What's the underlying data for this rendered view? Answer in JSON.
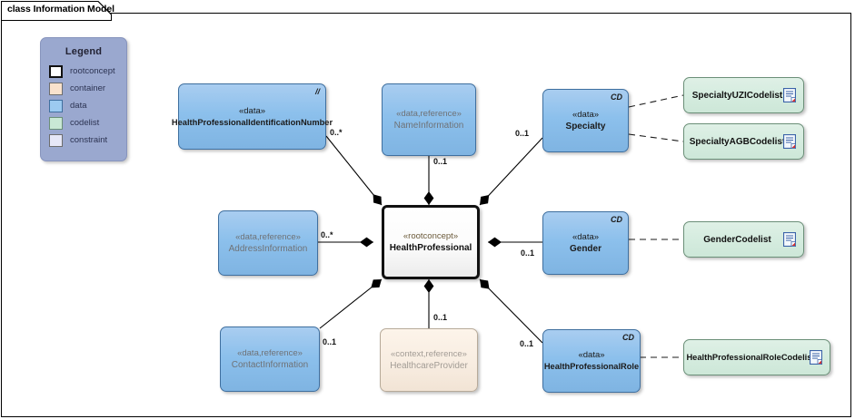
{
  "diagram": {
    "title": "class Information Model",
    "legend": {
      "title": "Legend",
      "items": [
        {
          "label": "rootconcept",
          "color": "#ffffff"
        },
        {
          "label": "container",
          "color": "#fae2cd"
        },
        {
          "label": "data",
          "color": "#9ccaf0"
        },
        {
          "label": "codelist",
          "color": "#c9e8d5"
        },
        {
          "label": "constraint",
          "color": "#e6e7f7"
        }
      ]
    },
    "nodes": [
      {
        "id": "hpin",
        "stereotype": "«data»",
        "name": "HealthProfessionalIdentificationNumber",
        "corner": "//",
        "kind": "data"
      },
      {
        "id": "nameinfo",
        "stereotype": "«data,reference»",
        "name": "NameInformation",
        "corner": "",
        "kind": "data,reference"
      },
      {
        "id": "specialty",
        "stereotype": "«data»",
        "name": "Specialty",
        "corner": "CD",
        "kind": "data"
      },
      {
        "id": "addrinfo",
        "stereotype": "«data,reference»",
        "name": "AddressInformation",
        "corner": "",
        "kind": "data,reference"
      },
      {
        "id": "root",
        "stereotype": "«rootconcept»",
        "name": "HealthProfessional",
        "corner": "",
        "kind": "rootconcept"
      },
      {
        "id": "gender",
        "stereotype": "«data»",
        "name": "Gender",
        "corner": "CD",
        "kind": "data"
      },
      {
        "id": "contact",
        "stereotype": "«data,reference»",
        "name": "ContactInformation",
        "corner": "",
        "kind": "data,reference"
      },
      {
        "id": "provider",
        "stereotype": "«context,reference»",
        "name": "HealthcareProvider",
        "corner": "",
        "kind": "container"
      },
      {
        "id": "hprole",
        "stereotype": "«data»",
        "name": "HealthProfessionalRole",
        "corner": "CD",
        "kind": "data"
      }
    ],
    "codelists": [
      {
        "id": "cl-uzi",
        "name": "SpecialtyUZICodelist"
      },
      {
        "id": "cl-agb",
        "name": "SpecialtyAGBCodelist"
      },
      {
        "id": "cl-gen",
        "name": "GenderCodelist"
      },
      {
        "id": "cl-role",
        "name": "HealthProfessionalRoleCodelist"
      }
    ],
    "multiplicities": [
      {
        "id": "m-hpin",
        "value": "0..*"
      },
      {
        "id": "m-nameinfo",
        "value": "0..1"
      },
      {
        "id": "m-specialty",
        "value": "0..1"
      },
      {
        "id": "m-addrinfo",
        "value": "0..*"
      },
      {
        "id": "m-gender",
        "value": "0..1"
      },
      {
        "id": "m-contact",
        "value": "0..1"
      },
      {
        "id": "m-provider",
        "value": "0..1"
      },
      {
        "id": "m-hprole",
        "value": "0..1"
      }
    ],
    "colors": {
      "data_fill": "#8cc0ec",
      "codelist_fill": "#d5ecdf",
      "container_fill": "#f7ece0",
      "rootconcept_fill": "#ffffff",
      "legend_bg": "#9aa8cf",
      "line": "#000000"
    }
  }
}
